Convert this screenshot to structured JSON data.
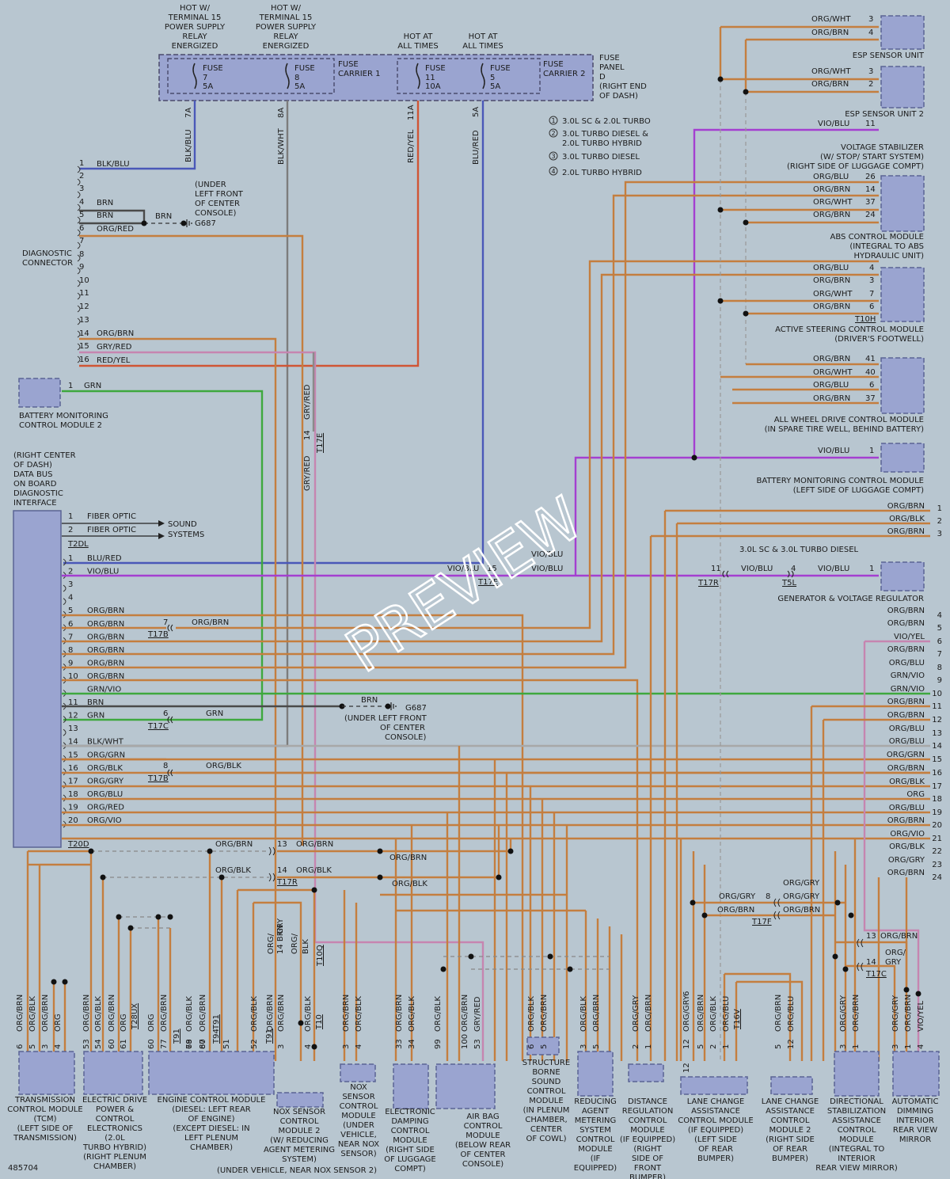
{
  "watermark": "PREVIEW",
  "figure_id": "485704",
  "fuse_panel": {
    "label": [
      "FUSE",
      "PANEL",
      "D",
      "(RIGHT END",
      "OF DASH)"
    ],
    "carrier_1": [
      "FUSE",
      "CARRIER 1"
    ],
    "carrier_2": [
      "FUSE",
      "CARRIER 2"
    ],
    "fuses": [
      {
        "name": "FUSE",
        "num": "7",
        "amp": "5A",
        "terminal": "7A",
        "wire": "BLK/BLU"
      },
      {
        "name": "FUSE",
        "num": "8",
        "amp": "5A",
        "terminal": "8A",
        "wire": "BLK/WHT"
      },
      {
        "name": "FUSE",
        "num": "11",
        "amp": "10A",
        "terminal": "11A",
        "wire": "RED/YEL"
      },
      {
        "name": "FUSE",
        "num": "5",
        "amp": "5A",
        "terminal": "5A",
        "wire": "BLU/RED"
      }
    ],
    "headers": [
      [
        "HOT W/",
        "TERMINAL 15",
        "POWER SUPPLY",
        "RELAY",
        "ENERGIZED"
      ],
      [
        "HOT W/",
        "TERMINAL 15",
        "POWER SUPPLY",
        "RELAY",
        "ENERGIZED"
      ],
      [
        "HOT AT",
        "ALL TIMES"
      ],
      [
        "HOT AT",
        "ALL TIMES"
      ]
    ]
  },
  "legend": [
    {
      "n": "1",
      "text": [
        "3.0L SC & 2.0L TURBO"
      ]
    },
    {
      "n": "2",
      "text": [
        "3.0L TURBO DIESEL &",
        "2.0L TURBO HYBRID"
      ]
    },
    {
      "n": "3",
      "text": [
        "3.0L TURBO DIESEL"
      ]
    },
    {
      "n": "4",
      "text": [
        "2.0L TURBO HYBRID"
      ]
    }
  ],
  "diagnostic_connector": {
    "label": [
      "DIAGNOSTIC",
      "CONNECTOR"
    ],
    "pins": [
      {
        "n": "1",
        "wire": "BLK/BLU"
      },
      {
        "n": "2",
        "wire": ""
      },
      {
        "n": "3",
        "wire": ""
      },
      {
        "n": "4",
        "wire": "BRN"
      },
      {
        "n": "5",
        "wire": "BRN"
      },
      {
        "n": "6",
        "wire": "ORG/RED"
      },
      {
        "n": "7",
        "wire": ""
      },
      {
        "n": "8",
        "wire": ""
      },
      {
        "n": "9",
        "wire": ""
      },
      {
        "n": "10",
        "wire": ""
      },
      {
        "n": "11",
        "wire": ""
      },
      {
        "n": "12",
        "wire": ""
      },
      {
        "n": "13",
        "wire": ""
      },
      {
        "n": "14",
        "wire": "ORG/BRN"
      },
      {
        "n": "15",
        "wire": "GRY/RED"
      },
      {
        "n": "16",
        "wire": "RED/YEL"
      }
    ],
    "ground_wire": "BRN",
    "ground": "G687",
    "ground_note": [
      "(UNDER",
      "LEFT FRONT",
      "OF CENTER",
      "CONSOLE)"
    ]
  },
  "battery_monitoring_2": {
    "label": [
      "BATTERY MONITORING",
      "CONTROL MODULE 2"
    ],
    "pin": "1",
    "wire": "GRN"
  },
  "gateway": {
    "label": [
      "(RIGHT CENTER",
      "OF DASH)",
      "DATA BUS",
      "ON BOARD",
      "DIAGNOSTIC",
      "INTERFACE"
    ],
    "top_connector": "T2DL",
    "top_pins": [
      {
        "n": "1",
        "wire": "FIBER OPTIC"
      },
      {
        "n": "2",
        "wire": "FIBER OPTIC"
      }
    ],
    "sound": [
      "SOUND",
      "SYSTEMS"
    ],
    "connector": "T20D",
    "pins": [
      {
        "n": "1",
        "wire": "BLU/RED"
      },
      {
        "n": "2",
        "wire": "VIO/BLU"
      },
      {
        "n": "3",
        "wire": ""
      },
      {
        "n": "4",
        "wire": ""
      },
      {
        "n": "5",
        "wire": "ORG/BRN"
      },
      {
        "n": "6",
        "wire": "ORG/BRN"
      },
      {
        "n": "7",
        "wire": "ORG/BRN"
      },
      {
        "n": "8",
        "wire": "ORG/BRN"
      },
      {
        "n": "9",
        "wire": "ORG/BRN"
      },
      {
        "n": "10",
        "wire": "ORG/BRN"
      },
      {
        "n": "",
        "wire": "GRN/VIO"
      },
      {
        "n": "11",
        "wire": "BRN"
      },
      {
        "n": "12",
        "wire": "GRN"
      },
      {
        "n": "13",
        "wire": ""
      },
      {
        "n": "14",
        "wire": "BLK/WHT"
      },
      {
        "n": "15",
        "wire": "ORG/GRN"
      },
      {
        "n": "16",
        "wire": "ORG/BLK"
      },
      {
        "n": "17",
        "wire": "ORG/GRY"
      },
      {
        "n": "18",
        "wire": "ORG/BLU"
      },
      {
        "n": "19",
        "wire": "ORG/RED"
      },
      {
        "n": "20",
        "wire": "ORG/VIO"
      }
    ],
    "inline": [
      {
        "n": "7",
        "wire": "ORG/BRN",
        "conn": "T17B"
      },
      {
        "n": "6",
        "wire": "GRN",
        "conn": "T17C"
      },
      {
        "n": "8",
        "wire": "ORG/BLK",
        "conn": "T17B"
      }
    ],
    "g687_wire": "BRN",
    "g687": "G687",
    "g687_note": [
      "(UNDER LEFT FRONT",
      "OF CENTER",
      "CONSOLE)"
    ]
  },
  "t17e": {
    "n": "14",
    "wire": "GRY/RED",
    "conn": "T17E",
    "wire_low": "GRY/RED"
  },
  "vio_inline": {
    "n": "15",
    "wire": "VIO/BLU",
    "conn": "T17E",
    "right": "VIO/BLU",
    "right2": "VIO/BLU"
  },
  "right_modules": [
    {
      "label": [
        "ESP SENSOR UNIT"
      ],
      "pins": [
        {
          "n": "3",
          "wire": "ORG/WHT"
        },
        {
          "n": "4",
          "wire": "ORG/BRN"
        }
      ]
    },
    {
      "label": [
        "ESP SENSOR UNIT 2"
      ],
      "pins": [
        {
          "n": "3",
          "wire": "ORG/WHT"
        },
        {
          "n": "2",
          "wire": "ORG/BRN"
        }
      ]
    },
    {
      "label": [
        "VOLTAGE STABILIZER",
        "(W/ STOP/ START SYSTEM)",
        "(RIGHT SIDE OF LUGGAGE COMPT)"
      ],
      "pins": [
        {
          "n": "11",
          "wire": "VIO/BLU"
        }
      ]
    },
    {
      "label": [
        "ABS CONTROL MODULE",
        "(INTEGRAL TO ABS",
        "HYDRAULIC UNIT)"
      ],
      "pins": [
        {
          "n": "26",
          "wire": "ORG/BLU"
        },
        {
          "n": "14",
          "wire": "ORG/BRN"
        },
        {
          "n": "37",
          "wire": "ORG/WHT"
        },
        {
          "n": "24",
          "wire": "ORG/BRN"
        }
      ]
    },
    {
      "label": [
        "ACTIVE STEERING CONTROL MODULE",
        "(DRIVER'S FOOTWELL)"
      ],
      "conn": "T10H",
      "pins": [
        {
          "n": "4",
          "wire": "ORG/BLU"
        },
        {
          "n": "3",
          "wire": "ORG/BRN"
        },
        {
          "n": "7",
          "wire": "ORG/WHT"
        },
        {
          "n": "6",
          "wire": "ORG/BRN"
        }
      ]
    },
    {
      "label": [
        "ALL WHEEL DRIVE CONTROL MODULE",
        "(IN SPARE TIRE WELL, BEHIND BATTERY)"
      ],
      "pins": [
        {
          "n": "41",
          "wire": "ORG/BRN"
        },
        {
          "n": "40",
          "wire": "ORG/WHT"
        },
        {
          "n": "6",
          "wire": "ORG/BLU"
        },
        {
          "n": "37",
          "wire": "ORG/BRN"
        }
      ]
    },
    {
      "label": [
        "BATTERY MONITORING CONTROL MODULE",
        "(LEFT SIDE OF LUGGAGE COMPT)"
      ],
      "pins": [
        {
          "n": "1",
          "wire": "VIO/BLU"
        }
      ]
    },
    {
      "label": [
        "GENERATOR & VOLTAGE REGULATOR"
      ],
      "pins": [
        {
          "n": "1",
          "wire": "VIO/BLU"
        }
      ]
    }
  ],
  "generator_note": "3.0L SC & 3.0L TURBO DIESEL",
  "t17r": {
    "n": "11",
    "wire": "VIO/BLU",
    "conn": "T17R"
  },
  "t5l": {
    "n": "4",
    "conn": "T5L"
  },
  "continuation": [
    {
      "n": "1",
      "wire": "ORG/BRN"
    },
    {
      "n": "2",
      "wire": "ORG/BLK"
    },
    {
      "n": "3",
      "wire": "ORG/BRN"
    },
    {
      "n": "4",
      "wire": "ORG/BRN"
    },
    {
      "n": "5",
      "wire": "ORG/BRN"
    },
    {
      "n": "6",
      "wire": "VIO/YEL"
    },
    {
      "n": "7",
      "wire": "ORG/BRN"
    },
    {
      "n": "8",
      "wire": "ORG/BLU"
    },
    {
      "n": "9",
      "wire": "GRN/VIO"
    },
    {
      "n": "10",
      "wire": "GRN/VIO"
    },
    {
      "n": "11",
      "wire": "ORG/BRN"
    },
    {
      "n": "12",
      "wire": "ORG/BRN"
    },
    {
      "n": "13",
      "wire": "ORG/BLU"
    },
    {
      "n": "14",
      "wire": "ORG/BLU"
    },
    {
      "n": "15",
      "wire": "ORG/GRN"
    },
    {
      "n": "16",
      "wire": "ORG/BRN"
    },
    {
      "n": "17",
      "wire": "ORG/BLK"
    },
    {
      "n": "18",
      "wire": "ORG"
    },
    {
      "n": "19",
      "wire": "ORG/BLU"
    },
    {
      "n": "20",
      "wire": "ORG/BRN"
    },
    {
      "n": "21",
      "wire": "ORG/VIO"
    },
    {
      "n": "22",
      "wire": "ORG/BLK"
    },
    {
      "n": "23",
      "wire": "ORG/GRY"
    },
    {
      "n": "24",
      "wire": "ORG/BRN"
    }
  ],
  "bus_labels": {
    "t17r_13": "13",
    "t17r_14": "14",
    "t17r": "T17R",
    "orgbrn": "ORG/BRN",
    "orgblk": "ORG/BLK",
    "t17f_8": "8",
    "t17f": "T17F",
    "orggry": "ORG/GRY",
    "t17c_13": "13",
    "t17c_14": "14",
    "t17c": "T17C",
    "org_gry": [
      "ORG/",
      "GRY"
    ]
  },
  "bottom_modules": [
    {
      "label": [
        "TRANSMISSION",
        "CONTROL MODULE",
        "(TCM)",
        "(LEFT SIDE OF",
        "TRANSMISSION)"
      ],
      "pins": [
        {
          "n": "6",
          "wire": "ORG/BRN"
        },
        {
          "n": "5",
          "wire": "ORG/BLK"
        },
        {
          "n": "3",
          "wire": "ORG/BRN"
        },
        {
          "n": "4",
          "wire": "ORG"
        }
      ]
    },
    {
      "label": [
        "ELECTRIC DRIVE",
        "POWER &",
        "CONTROL",
        "ELECTRONICS",
        "(2.0L",
        "TURBO HYBRID)",
        "(RIGHT PLENUM",
        "CHAMBER)"
      ],
      "conn": "T28UX",
      "pins": [
        {
          "n": "53",
          "wire": "ORG/BRN"
        },
        {
          "n": "54",
          "wire": "ORG/BLK"
        },
        {
          "n": "60",
          "wire": "ORG/BRN"
        },
        {
          "n": "61",
          "wire": "ORG"
        }
      ]
    },
    {
      "label": [
        "ENGINE CONTROL MODULE",
        "(DIESEL: LEFT REAR",
        "OF ENGINE)",
        "(EXCEPT DIESEL: IN",
        "LEFT PLENUM",
        "CHAMBER)"
      ],
      "conns": [
        "T91",
        "T94",
        "T91",
        "T91"
      ],
      "pins": [
        {
          "n": "60",
          "wire": "ORG"
        },
        {
          "n": "77",
          "wire": "ORG/BRN"
        },
        {
          "n": "79",
          "wire": "ORG/BLK"
        },
        {
          "n": "80",
          "wire": "ORG/BRN"
        },
        {
          "n": "68",
          "wire": ""
        },
        {
          "n": "67",
          "wire": ""
        },
        {
          "n": "51",
          "wire": ""
        },
        {
          "n": "52",
          "wire": "ORG/BLK"
        },
        {
          "n": "",
          "wire": "ORG/BRN"
        }
      ]
    },
    {
      "label": [
        "NOX SENSOR",
        "CONTROL",
        "MODULE 2",
        "(W/ REDUCING",
        "AGENT METERING",
        "SYSTEM)"
      ],
      "note": "(UNDER VEHICLE, NEAR NOX SENSOR 2)",
      "conn": "T10",
      "pins": [
        {
          "n": "3",
          "wire": "ORG/BRN"
        },
        {
          "n": "4",
          "wire": "ORG/BLK"
        }
      ]
    },
    {
      "label": [
        "NOX",
        "SENSOR",
        "CONTROL",
        "MODULE",
        "(UNDER",
        "VEHICLE,",
        "NEAR NOX",
        "SENSOR)"
      ],
      "pins": [
        {
          "n": "3",
          "wire": "ORG/BRN"
        },
        {
          "n": "4",
          "wire": "ORG/BLK"
        }
      ]
    },
    {
      "label": [
        "ELECTRONIC",
        "DAMPING",
        "CONTROL",
        "MODULE",
        "(RIGHT SIDE",
        "OF LUGGAGE",
        "COMPT)"
      ],
      "pins": [
        {
          "n": "33",
          "wire": "ORG/BRN"
        },
        {
          "n": "34",
          "wire": "ORG/BLK"
        }
      ]
    },
    {
      "label": [
        "AIR BAG",
        "CONTROL",
        "MODULE",
        "(BELOW REAR",
        "OF CENTER",
        "CONSOLE)"
      ],
      "pins": [
        {
          "n": "99",
          "wire": "ORG/BLK"
        },
        {
          "n": "100",
          "wire": "ORG/BRN"
        },
        {
          "n": "53",
          "wire": "GRY/RED"
        }
      ]
    },
    {
      "label": [
        "STRUCTURE",
        "BORNE",
        "SOUND",
        "CONTROL",
        "MODULE",
        "(IN PLENUM",
        "CHAMBER,",
        "CENTER",
        "OF COWL)"
      ],
      "pins": [
        {
          "n": "6",
          "wire": "ORG/BLK"
        },
        {
          "n": "5",
          "wire": "ORG/BRN"
        }
      ]
    },
    {
      "label": [
        "REDUCING",
        "AGENT",
        "METERING",
        "SYSTEM",
        "CONTROL",
        "MODULE",
        "(IF",
        "EQUIPPED)"
      ],
      "pins": [
        {
          "n": "3",
          "wire": "ORG/BLK"
        },
        {
          "n": "5",
          "wire": "ORG/BRN"
        }
      ]
    },
    {
      "label": [
        "DISTANCE",
        "REGULATION",
        "CONTROL",
        "MODULE",
        "(IF EQUIPPED)",
        "(RIGHT",
        "SIDE OF",
        "FRONT",
        "BUMPER)"
      ],
      "pins": [
        {
          "n": "2",
          "wire": "ORG/GRY"
        },
        {
          "n": "1",
          "wire": "ORG/BRN"
        }
      ]
    },
    {
      "label": [
        "LANE CHANGE",
        "ASSISTANCE",
        "CONTROL MODULE",
        "(IF EQUIPPED)",
        "(LEFT SIDE",
        "OF REAR",
        "BUMPER)"
      ],
      "conn": "T16V",
      "pins": [
        {
          "n": "12",
          "wire": "ORG/GRY"
        },
        {
          "n": "5",
          "wire": "ORG/BRN"
        },
        {
          "n": "2",
          "wire": "ORG/BLK"
        },
        {
          "n": "1",
          "wire": "ORG/BLU"
        }
      ]
    },
    {
      "label": [
        "LANE CHANGE",
        "ASSISTANCE",
        "CONTROL",
        "MODULE 2",
        "(RIGHT SIDE",
        "OF REAR",
        "BUMPER)"
      ],
      "pins": [
        {
          "n": "5",
          "wire": "ORG/BRN"
        },
        {
          "n": "12",
          "wire": "ORG/BLU"
        }
      ]
    },
    {
      "label": [
        "DIRECTIONAL",
        "STABILIZATION",
        "ASSISTANCE",
        "CONTROL",
        "MODULE",
        "(INTEGRAL TO",
        "INTERIOR",
        "REAR VIEW MIRROR)"
      ],
      "pins": [
        {
          "n": "3",
          "wire": "ORG/GRY"
        },
        {
          "n": "1",
          "wire": "ORG/BRN"
        }
      ]
    },
    {
      "label": [
        "AUTOMATIC",
        "DIMMING",
        "INTERIOR",
        "REAR VIEW",
        "MIRROR"
      ],
      "pins": [
        {
          "n": "3",
          "wire": "ORG/GRY"
        },
        {
          "n": "1",
          "wire": "ORG/BRN"
        },
        {
          "n": "4",
          "wire": "VIO/YEL"
        }
      ]
    }
  ],
  "bottom_inline": {
    "n14brn": "14 BRN",
    "orggry": [
      "ORG/",
      "GRY"
    ],
    "orgblk_short": [
      "ORG/",
      "BLK"
    ],
    "t10q": "T10Q",
    "n12": "12",
    "n6": "6"
  }
}
